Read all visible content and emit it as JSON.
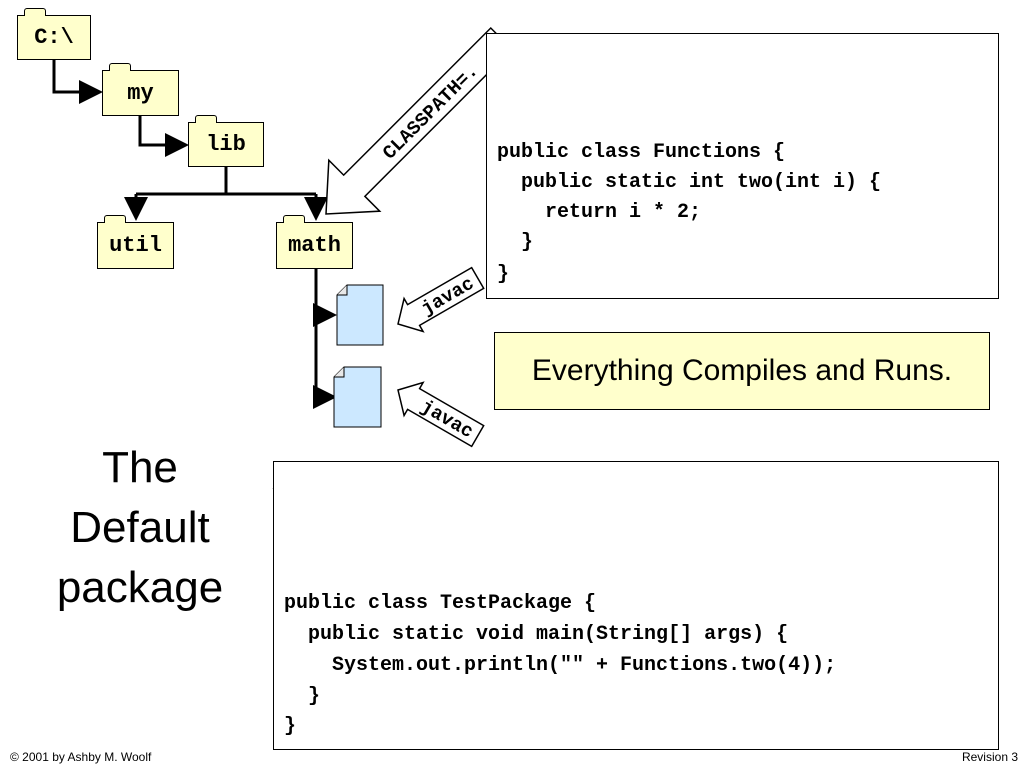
{
  "folders": {
    "root": "C:\\",
    "my": "my",
    "lib": "lib",
    "util": "util",
    "math": "math"
  },
  "arrows": {
    "classpath": "CLASSPATH=.",
    "javac_top": "javac",
    "javac_bottom": "javac"
  },
  "functions_code": [
    "public class Functions {",
    "  public static int two(int i) {",
    "    return i * 2;",
    "  }",
    "}"
  ],
  "status_note": "Everything Compiles and Runs.",
  "title_lines": [
    "The",
    "Default",
    "package"
  ],
  "testpackage_code": [
    "public class TestPackage {",
    "  public static void main(String[] args) {",
    "    System.out.println(\"\" + Functions.two(4));",
    "  }",
    "}"
  ],
  "footer": {
    "copyright": "© 2001 by Ashby M. Woolf",
    "revision": "Revision 3"
  },
  "colors": {
    "folder_fill": "#ffffcc",
    "file_fill": "#cce8ff"
  }
}
